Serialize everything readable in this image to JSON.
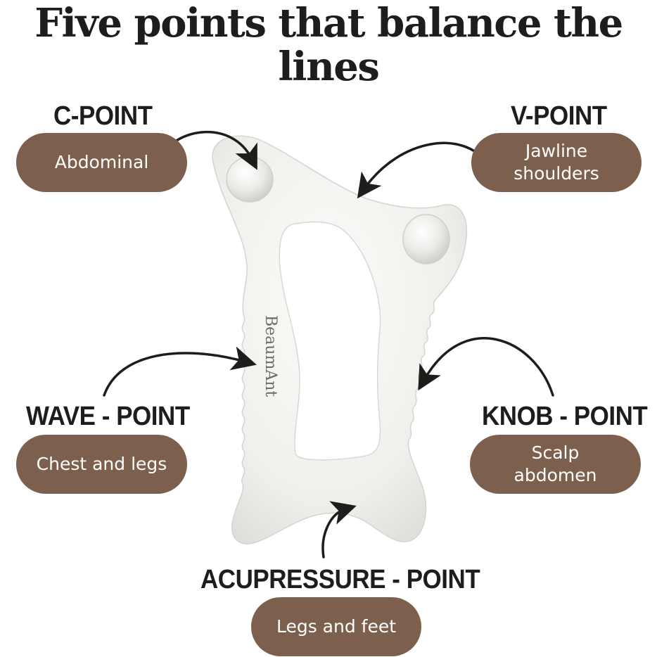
{
  "title": "Five points that balance the lines",
  "brand": "BeaumAnt",
  "colors": {
    "pill": "#7c5f4c",
    "text": "#1d1d1b",
    "tool": "#ededea"
  },
  "points": {
    "c": {
      "heading": "C-POINT",
      "desc": "Abdominal"
    },
    "v": {
      "heading": "V-POINT",
      "desc": "Jawline\nshoulders"
    },
    "wave": {
      "heading": "WAVE - POINT",
      "desc": "Chest and legs"
    },
    "knob": {
      "heading": "KNOB - POINT",
      "desc": "Scalp\nabdomen"
    },
    "acupressure": {
      "heading": "ACUPRESSURE - POINT",
      "desc": "Legs and feet"
    }
  }
}
